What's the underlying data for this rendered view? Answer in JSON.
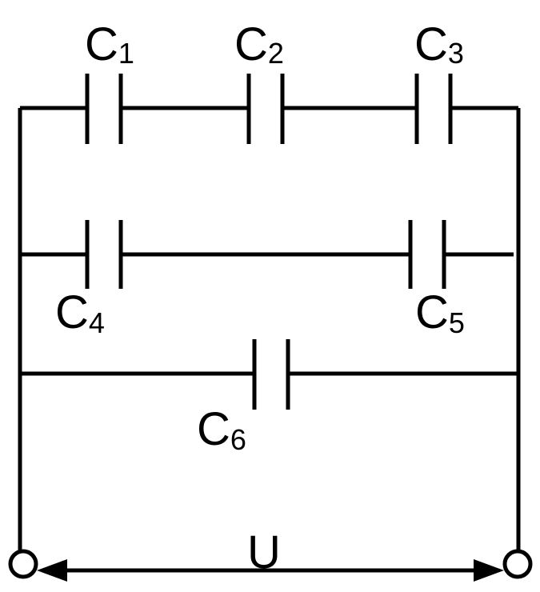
{
  "diagram": {
    "type": "circuit",
    "capacitors": [
      {
        "id": "C1",
        "letter": "C",
        "sub": "1"
      },
      {
        "id": "C2",
        "letter": "C",
        "sub": "2"
      },
      {
        "id": "C3",
        "letter": "C",
        "sub": "3"
      },
      {
        "id": "C4",
        "letter": "C",
        "sub": "4"
      },
      {
        "id": "C5",
        "letter": "C",
        "sub": "5"
      },
      {
        "id": "C6",
        "letter": "C",
        "sub": "6"
      }
    ],
    "voltage_label": "U",
    "topology": {
      "branch_1": [
        "C1",
        "C2",
        "C3"
      ],
      "branch_2": [
        "C4",
        "C5"
      ],
      "branch_3": [
        "C6"
      ],
      "branches_connected": "parallel"
    },
    "colors": {
      "line": "#000000",
      "background": "#ffffff"
    }
  }
}
